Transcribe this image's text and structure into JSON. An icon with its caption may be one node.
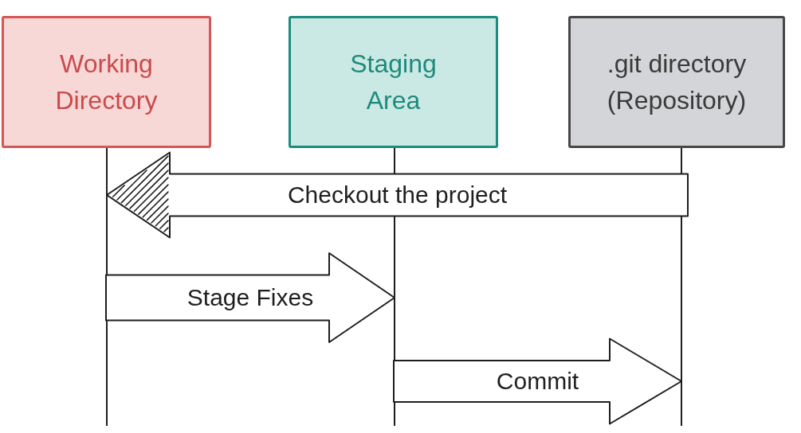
{
  "diagram": {
    "nodes": [
      {
        "text": [
          "Working Directory"
        ]
      },
      {
        "text": [
          "Staging Area"
        ]
      },
      {
        "text": [
          ".git directory (Repository)"
        ]
      },
      {
        "text": [],
        "shape": "line"
      },
      {
        "text": [],
        "shape": "line"
      },
      {
        "text": [],
        "shape": "line"
      }
    ],
    "edges": [
      {
        "from": 5,
        "to": 3,
        "arrow": "to",
        "label": "Checkout the project"
      },
      {
        "from": 3,
        "to": 4,
        "arrow": "to",
        "label": "Stage Fixes"
      },
      {
        "from": 4,
        "to": 5,
        "arrow": "to",
        "label": "Commit"
      }
    ]
  }
}
